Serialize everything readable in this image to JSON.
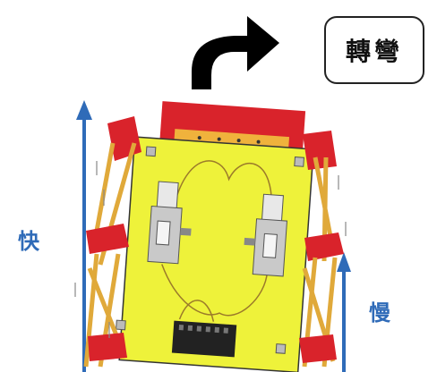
{
  "labels": {
    "turn": "轉彎",
    "fast": "快",
    "slow": "慢"
  },
  "icons": {
    "turn_arrow": "curved-arrow-right-icon",
    "fast_arrow": "arrow-up-icon",
    "slow_arrow": "arrow-up-icon"
  },
  "colors": {
    "board": "#eef23a",
    "frame": "#d9232b",
    "legs": "#e0a93a",
    "arrow": "#2f6bb8",
    "turn_arrow": "#000000"
  }
}
